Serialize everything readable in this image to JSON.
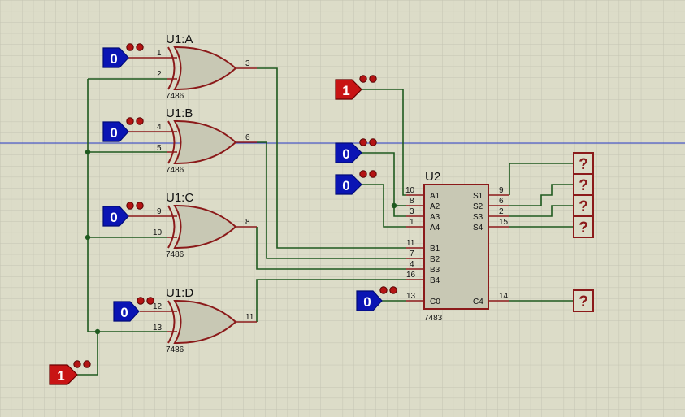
{
  "colors": {
    "background": "#dcdcc8",
    "grid": "#c4c4b2",
    "wire": "#1f5a1f",
    "component_outline": "#8b1a1a",
    "input_low": "#0a14b4",
    "input_high": "#c81414",
    "marker_line": "#2a3cc8"
  },
  "gates": {
    "a": {
      "name": "U1:A",
      "part": "7486",
      "in1": "1",
      "in2": "2",
      "out": "3"
    },
    "b": {
      "name": "U1:B",
      "part": "7486",
      "in1": "4",
      "in2": "5",
      "out": "6"
    },
    "c": {
      "name": "U1:C",
      "part": "7486",
      "in1": "9",
      "in2": "10",
      "out": "8"
    },
    "d": {
      "name": "U1:D",
      "part": "7486",
      "in1": "12",
      "in2": "13",
      "out": "11"
    }
  },
  "inputs": {
    "a": "0",
    "b": "0",
    "c": "0",
    "d": "0",
    "mode": "1",
    "a1": "1",
    "a2": "0",
    "a3": "0",
    "c0": "0"
  },
  "adder": {
    "name": "U2",
    "part": "7483",
    "left_pins": {
      "a1": "A1",
      "a2": "A2",
      "a3": "A3",
      "a4": "A4",
      "b1": "B1",
      "b2": "B2",
      "b3": "B3",
      "b4": "B4",
      "c0": "C0"
    },
    "left_nums": {
      "a1": "10",
      "a2": "8",
      "a3": "3",
      "a4": "1",
      "b1": "11",
      "b2": "7",
      "b3": "4",
      "b4": "16",
      "c0": "13"
    },
    "right_pins": {
      "s1": "S1",
      "s2": "S2",
      "s3": "S3",
      "s4": "S4",
      "c4": "C4"
    },
    "right_nums": {
      "s1": "9",
      "s2": "6",
      "s3": "2",
      "s4": "15",
      "c4": "14"
    }
  },
  "outputs": {
    "s1": "?",
    "s2": "?",
    "s3": "?",
    "s4": "?",
    "c4": "?"
  }
}
